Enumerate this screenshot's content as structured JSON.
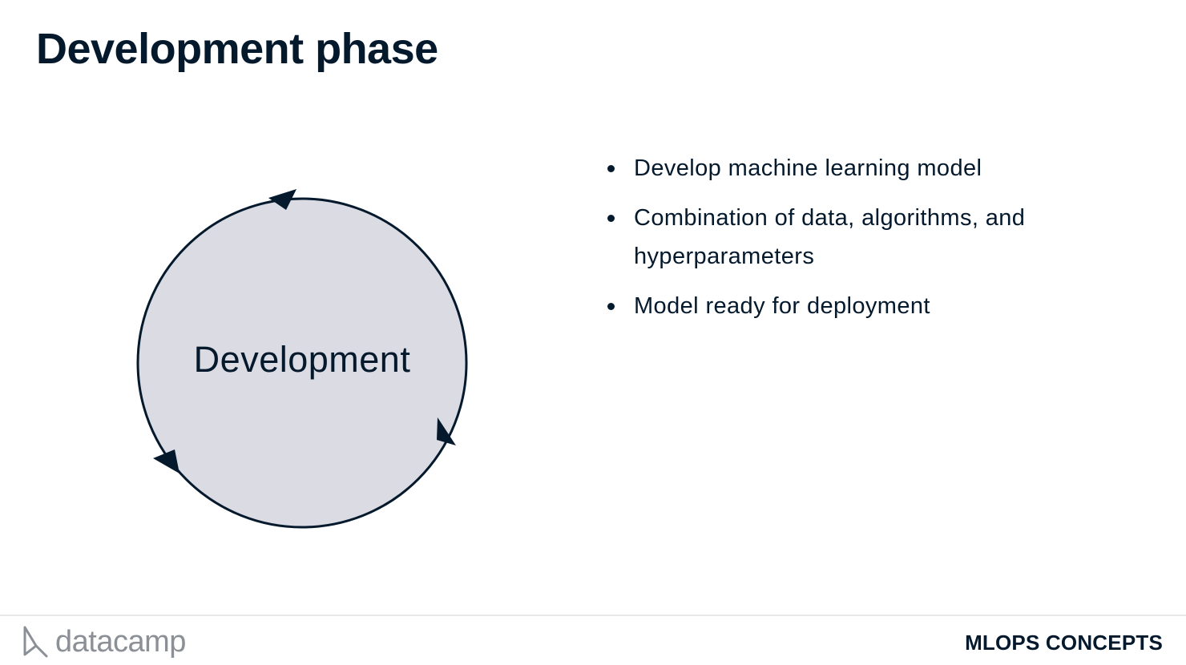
{
  "slide": {
    "title": "Development phase"
  },
  "diagram": {
    "center_label": "Development",
    "fill_color": "#dadbe3",
    "stroke_color": "#05192d"
  },
  "bullets": [
    "Develop machine learning model",
    "Combination of data, algorithms, and hyperparameters",
    "Model ready for deployment"
  ],
  "footer": {
    "logo_text": "datacamp",
    "logo_icon": "datacamp-logo-icon",
    "course_name": "MLOPS CONCEPTS"
  }
}
